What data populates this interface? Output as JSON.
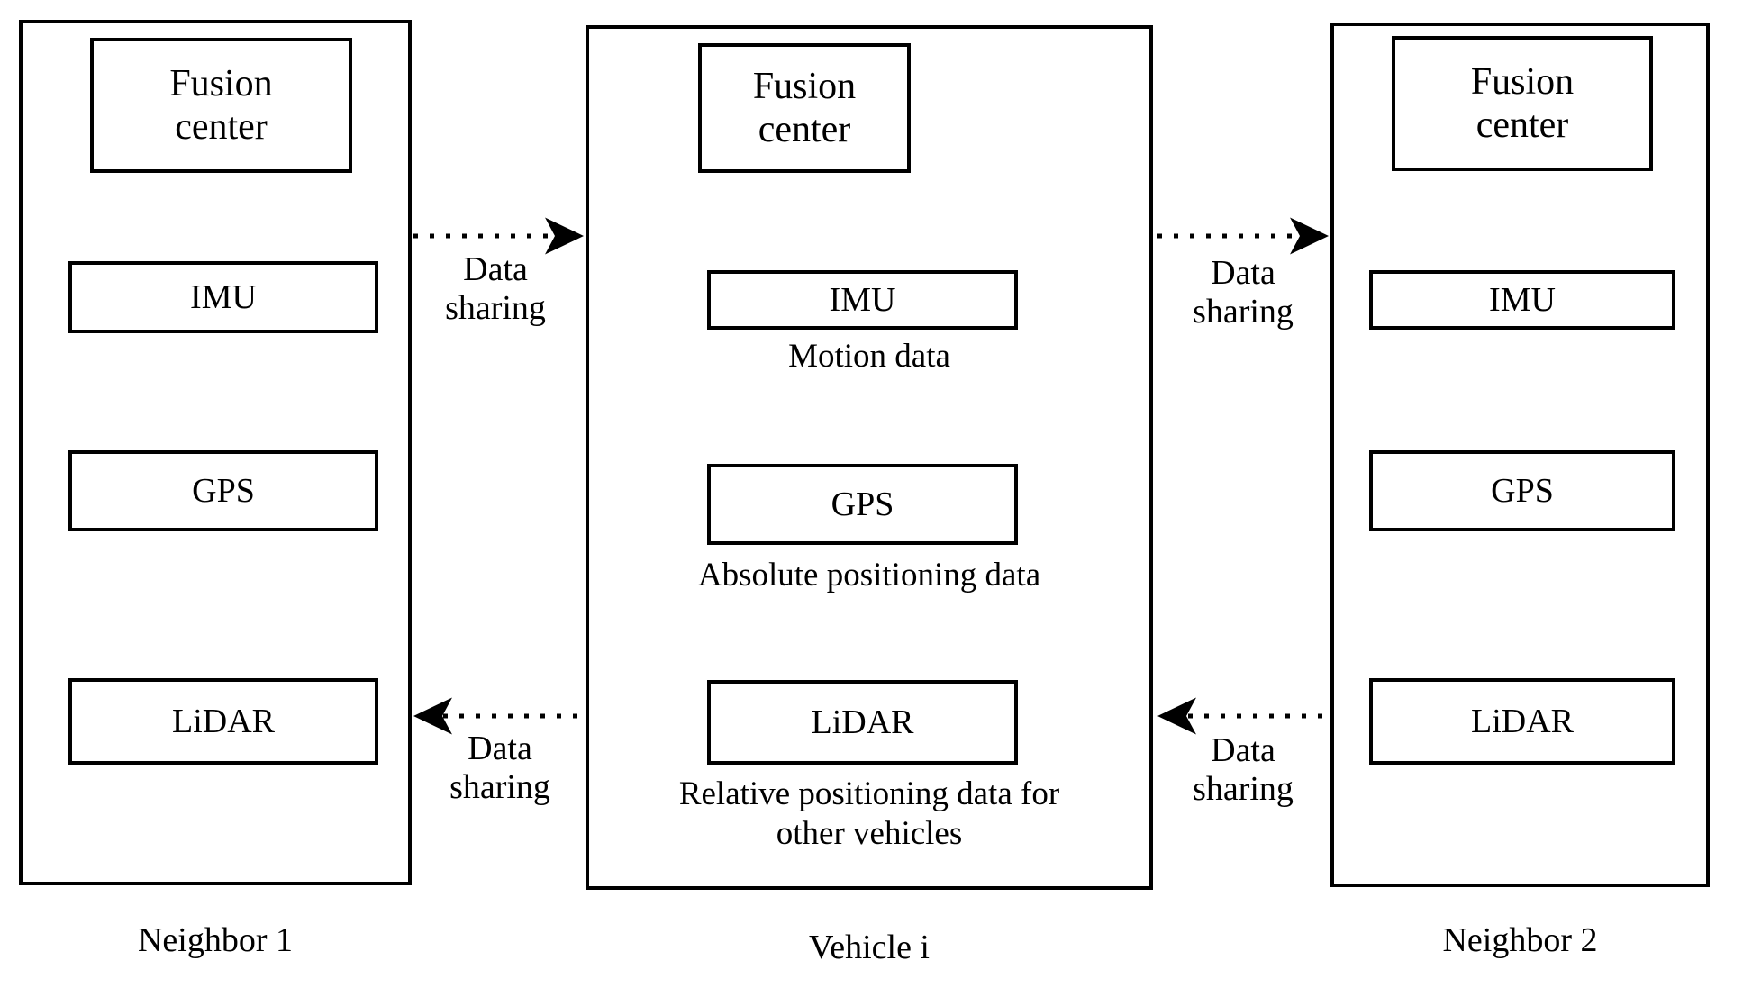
{
  "diagram": {
    "title_present": false,
    "stroke_color": "#000000",
    "background_color": "#ffffff",
    "panels": [
      {
        "id": "neighbor-1",
        "label": "Neighbor 1",
        "fusion_center": "Fusion\ncenter",
        "fusion_center_line1": "Fusion",
        "fusion_center_line2": "center",
        "sensors": [
          {
            "name": "IMU",
            "caption": ""
          },
          {
            "name": "GPS",
            "caption": ""
          },
          {
            "name": "LiDAR",
            "caption": ""
          }
        ]
      },
      {
        "id": "vehicle-i",
        "label": "Vehicle i",
        "fusion_center_line1": "Fusion",
        "fusion_center_line2": "center",
        "sensors": [
          {
            "name": "IMU",
            "caption": "Motion data"
          },
          {
            "name": "GPS",
            "caption": "Absolute positioning data"
          },
          {
            "name": "LiDAR",
            "caption": "Relative positioning data for other vehicles",
            "caption_line1": "Relative positioning data for",
            "caption_line2": "other vehicles"
          }
        ]
      },
      {
        "id": "neighbor-2",
        "label": "Neighbor 2",
        "fusion_center_line1": "Fusion",
        "fusion_center_line2": "center",
        "sensors": [
          {
            "name": "IMU",
            "caption": ""
          },
          {
            "name": "GPS",
            "caption": ""
          },
          {
            "name": "LiDAR",
            "caption": ""
          }
        ]
      }
    ],
    "connections": [
      {
        "id": "left-to-middle-top",
        "from": "neighbor-1",
        "to": "vehicle-i",
        "direction": "right",
        "style": "dotted",
        "label_line1": "Data",
        "label_line2": "sharing"
      },
      {
        "id": "middle-to-left-bottom",
        "from": "vehicle-i",
        "to": "neighbor-1",
        "direction": "left",
        "style": "dotted",
        "label_line1": "Data",
        "label_line2": "sharing"
      },
      {
        "id": "middle-to-right-top",
        "from": "vehicle-i",
        "to": "neighbor-2",
        "direction": "right",
        "style": "dotted",
        "label_line1": "Data",
        "label_line2": "sharing"
      },
      {
        "id": "right-to-middle-bottom",
        "from": "neighbor-2",
        "to": "vehicle-i",
        "direction": "left",
        "style": "dotted",
        "label_line1": "Data",
        "label_line2": "sharing"
      }
    ]
  }
}
